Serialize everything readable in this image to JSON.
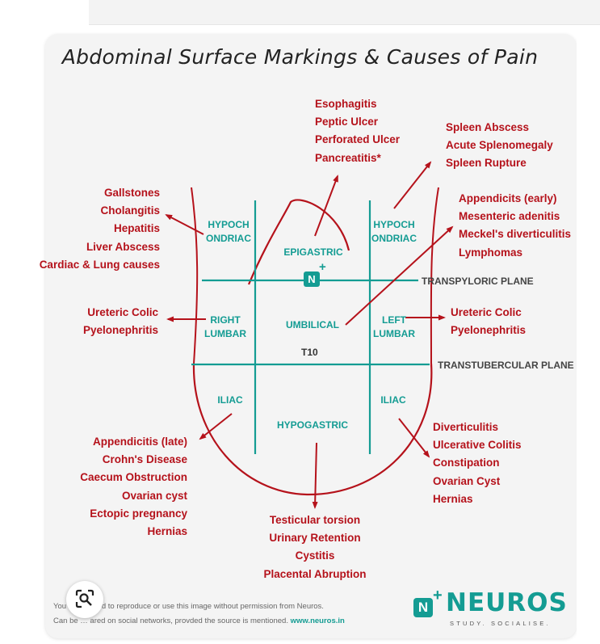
{
  "title": "Abdominal Surface Markings & Causes of Pain",
  "regions": {
    "rhc": [
      "HYPOCH",
      "ONDRIAC"
    ],
    "epi": "EPIGASTRIC",
    "lhc": [
      "HYPOCH",
      "ONDRIAC"
    ],
    "rl": [
      "RIGHT",
      "LUMBAR"
    ],
    "umb": "UMBILICAL",
    "ll": [
      "LEFT",
      "LUMBAR"
    ],
    "ri": "ILIAC",
    "hypo": "HYPOGASTRIC",
    "li": "ILIAC"
  },
  "t10": "T10",
  "planes": {
    "transpyloric": "TRANSPYLORIC PLANE",
    "transtubercular": "TRANSTUBERCULAR PLANE"
  },
  "causes": {
    "epigastric": [
      "Esophagitis",
      "Peptic Ulcer",
      "Perforated Ulcer",
      "Pancreatitis*"
    ],
    "left_hypochondriac": [
      "Spleen Abscess",
      "Acute Splenomegaly",
      "Spleen Rupture"
    ],
    "right_hypochondriac": [
      "Gallstones",
      "Cholangitis",
      "Hepatitis",
      "Liver Abscess",
      "Cardiac & Lung causes"
    ],
    "umbilical": [
      "Appendicits (early)",
      "Mesenteric adenitis",
      "Meckel's diverticulitis",
      "Lymphomas"
    ],
    "right_lumbar": [
      "Ureteric Colic",
      "Pyelonephritis"
    ],
    "left_lumbar": [
      "Ureteric Colic",
      "Pyelonephritis"
    ],
    "right_iliac": [
      "Appendicitis (late)",
      "Crohn's Disease",
      "Caecum Obstruction",
      "Ovarian cyst",
      "Ectopic pregnancy",
      "Hernias"
    ],
    "left_iliac": [
      "Diverticulitis",
      "Ulcerative Colitis",
      "Constipation",
      "Ovarian Cyst",
      "Hernias"
    ],
    "hypogastric": [
      "Testicular torsion",
      "Urinary Retention",
      "Cystitis",
      "Placental Abruption"
    ]
  },
  "footer": {
    "line1": "You … ermitted to reproduce or use this image without permission from Neuros.",
    "line2a": "Can be … ared on social networks, provded the source is mentioned.",
    "link": "www.neuros.in"
  },
  "logo": {
    "mark": "N",
    "plus": "+",
    "word": "NEUROS",
    "tagline": "STUDY. SOCIALISE."
  },
  "mini_logo": {
    "mark": "N",
    "plus": "+"
  },
  "colors": {
    "red": "#b5121b",
    "teal": "#149c93"
  },
  "icons": {
    "lens": "visual-search-icon"
  }
}
